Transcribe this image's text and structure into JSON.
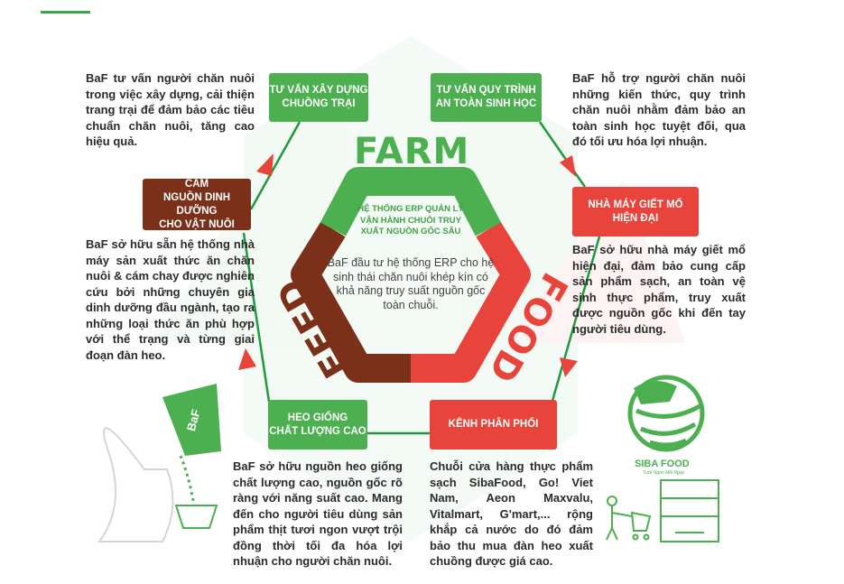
{
  "center": {
    "farm": "FARM",
    "feed": "FEED",
    "food": "FOOD",
    "title": "HỆ THỐNG ERP QUẢN LÝ VẬN HÀNH CHUỖI TRUY XUẤT NGUỒN GỐC SÂU",
    "text": "BaF đầu tư hệ thống ERP cho hệ sinh thái chăn nuôi khép kín có khả năng truy suất nguồn gốc toàn chuỗi."
  },
  "stages": [
    {
      "label": "TƯ VẤN XÂY DỰNG\nCHUỒNG TRẠI",
      "desc": "BaF tư vấn người chăn nuôi trong việc xây dựng, cải thiện trang trại để đảm bảo các tiêu chuẩn chăn nuôi, tăng cao hiệu quả."
    },
    {
      "label": "TƯ VẤN QUY TRÌNH\nAN TOÀN  SINH HỌC",
      "desc": "BaF hỗ trợ người chăn nuôi những kiến thức, quy trình chăn nuôi nhằm đảm bảo an toàn sinh học tuyệt đối, qua đó tối ưu hóa lợi nhuận."
    },
    {
      "label": "NHÀ MÁY GIẾT MỔ\nHIỆN ĐẠI",
      "desc": "BaF sở hữu nhà máy giết mổ hiện đại, đảm bảo cung cấp sản phẩm sạch, an toàn vệ sinh thực phẩm, truy xuất được nguồn gốc khi đến tay người tiêu dùng."
    },
    {
      "label": "KÊNH PHÂN PHỐI",
      "desc": "Chuỗi cửa hàng thực phẩm sạch SibaFood, Go! Viet Nam, Aeon Maxvalu, Vitalmart, G'mart,... rộng khắp cả nước do đó đảm bảo thu mua đàn heo xuất chuồng được giá cao."
    },
    {
      "label": "HEO GIỐNG\nCHẤT LƯỢNG CAO",
      "desc": "BaF sở hữu nguồn heo giống chất lượng cao, nguồn gốc rõ ràng với năng suất cao. Mang đến cho người tiêu dùng sản phẩm thịt tươi ngon vượt trội đồng thời tối đa hóa lợi nhuận cho người chăn nuôi."
    },
    {
      "label": "CÁM\nNGUỒN DINH DƯỠNG\nCHO VẬT NUÔI",
      "desc": "BaF sở hữu sẵn hệ thống nhà máy sản xuất thức ăn chăn nuôi & cám chay được nghiên cứu bởi những chuyên gia dinh dưỡng đầu ngành, tạo ra những loại thức ăn phù hợp với thể trạng và từng giai đoạn đàn heo."
    }
  ],
  "logos": {
    "baf": "BaF",
    "siba_name": "SIBA FOOD",
    "siba_slogan": "Tươi Ngon Mỗi Ngày"
  },
  "colors": {
    "green": "#4caf50",
    "red": "#e8443c",
    "brown": "#7b3019"
  }
}
